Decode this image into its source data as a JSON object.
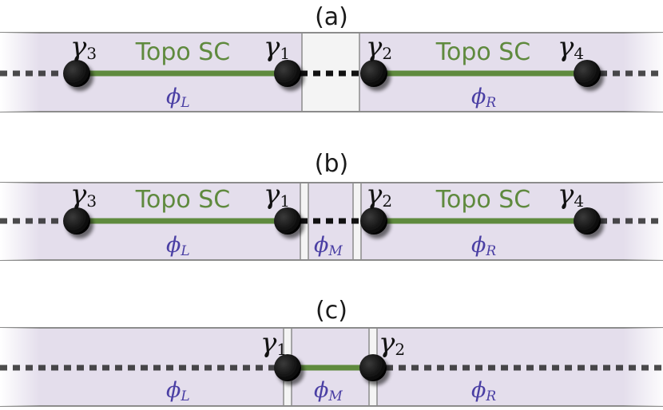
{
  "colors": {
    "band": "#e4deec",
    "edge": "#8c8c8c",
    "gap": "#f4f4f4",
    "wire": "#5f8a3e",
    "text_green": "#5f8a3e",
    "phi": "#4a3fa4",
    "dot": "#0a0a0a"
  },
  "panels": [
    {
      "label": "(a)",
      "topo_labels": [
        "Topo SC",
        "Topo SC"
      ],
      "majoranas": [
        {
          "symbol": "γ",
          "sub": "3"
        },
        {
          "symbol": "γ",
          "sub": "1"
        },
        {
          "symbol": "γ",
          "sub": "2"
        },
        {
          "symbol": "γ",
          "sub": "4"
        }
      ],
      "phases": [
        {
          "symbol": "ϕ",
          "sub": "L"
        },
        {
          "symbol": "ϕ",
          "sub": "R"
        }
      ]
    },
    {
      "label": "(b)",
      "topo_labels": [
        "Topo SC",
        "Topo SC"
      ],
      "majoranas": [
        {
          "symbol": "γ",
          "sub": "3"
        },
        {
          "symbol": "γ",
          "sub": "1"
        },
        {
          "symbol": "γ",
          "sub": "2"
        },
        {
          "symbol": "γ",
          "sub": "4"
        }
      ],
      "phases": [
        {
          "symbol": "ϕ",
          "sub": "L"
        },
        {
          "symbol": "ϕ",
          "sub": "M"
        },
        {
          "symbol": "ϕ",
          "sub": "R"
        }
      ]
    },
    {
      "label": "(c)",
      "topo_labels": [],
      "majoranas": [
        {
          "symbol": "γ",
          "sub": "1"
        },
        {
          "symbol": "γ",
          "sub": "2"
        }
      ],
      "phases": [
        {
          "symbol": "ϕ",
          "sub": "L"
        },
        {
          "symbol": "ϕ",
          "sub": "M"
        },
        {
          "symbol": "ϕ",
          "sub": "R"
        }
      ]
    }
  ]
}
